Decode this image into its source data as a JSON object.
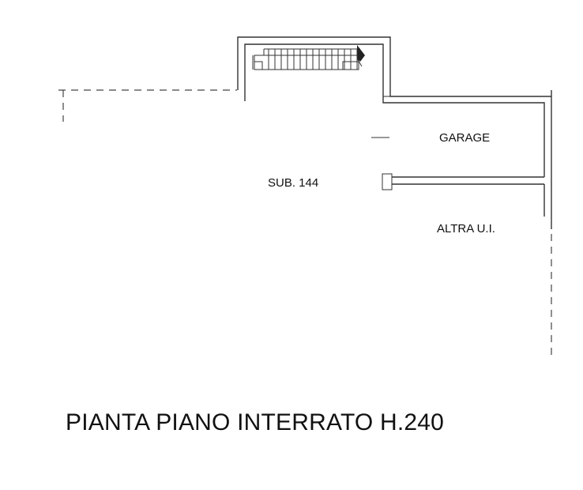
{
  "labels": {
    "garage": "GARAGE",
    "sub": "SUB. 144",
    "altra": "ALTRA U.I."
  },
  "title": "PIANTA PIANO INTERRATO H.240"
}
